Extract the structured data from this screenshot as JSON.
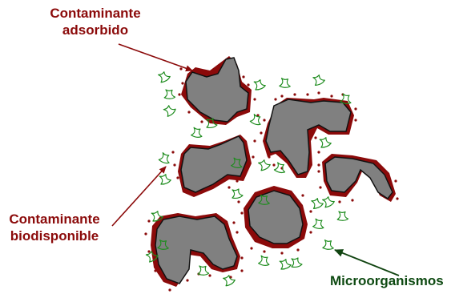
{
  "labels": {
    "adsorbed_contaminant": {
      "line1": "Contaminante",
      "line2": "adsorbido"
    },
    "bioavailable_contaminant": {
      "line1": "Contaminante",
      "line2": "biodisponible"
    },
    "microorganisms": {
      "text": "Microorganismos"
    }
  },
  "colors": {
    "contaminant": "#8b0a0a",
    "particle": "#808080",
    "particle_outline": "#111111",
    "microorganism": "#1e8c1e",
    "microorganism_label": "#0e4a12",
    "arrow_contaminant": "#8b0a0a",
    "arrow_microorganism": "#114411"
  },
  "icons": {
    "particle": "soil-particle-icon",
    "microorganism": "microorganism-icon",
    "contaminant_dot": "contaminant-dot-icon"
  }
}
